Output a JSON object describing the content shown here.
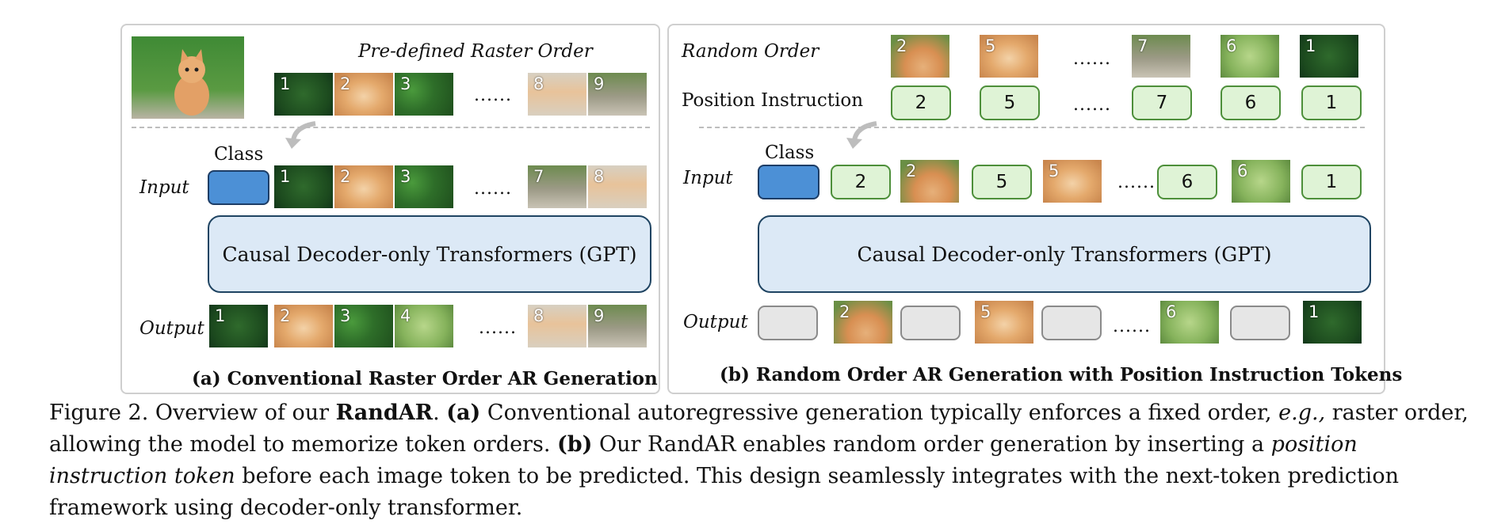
{
  "panel_a": {
    "raster_order_label": "Pre-defined Raster Order",
    "class_label": "Class",
    "input_label": "Input",
    "output_label": "Output",
    "transformer_label": "Causal Decoder-only Transformers (GPT)",
    "title": "(a) Conventional Raster Order AR Generation",
    "ellipsis": "......",
    "top_tiles": [
      "1",
      "2",
      "3",
      "8",
      "9"
    ],
    "input_tiles": [
      "1",
      "2",
      "3",
      "7",
      "8"
    ],
    "output_tiles": [
      "1",
      "2",
      "3",
      "4",
      "8",
      "9"
    ]
  },
  "panel_b": {
    "random_order_label": "Random Order",
    "position_instruction_label": "Position Instruction",
    "class_label": "Class",
    "input_label": "Input",
    "output_label": "Output",
    "transformer_label": "Causal Decoder-only Transformers (GPT)",
    "title": "(b) Random Order AR Generation with Position Instruction Tokens",
    "ellipsis": "......",
    "random_tiles": [
      "2",
      "5",
      "7",
      "6",
      "1"
    ],
    "position_tokens": [
      "2",
      "5",
      "7",
      "6",
      "1"
    ],
    "input_pos_tokens": [
      "2",
      "5",
      "6",
      "1"
    ],
    "input_img_tiles": [
      "2",
      "5",
      "6"
    ],
    "output_tiles": [
      "2",
      "5",
      "6",
      "1"
    ]
  },
  "caption": {
    "fig": "Figure 2. Overview of our ",
    "name": "RandAR",
    "a_tag": "(a)",
    "a_text": " Conventional autoregressive generation typically enforces a fixed order, ",
    "eg": "e.g.,",
    "a_text2": " raster order, allowing the model to memorize token orders. ",
    "b_tag": "(b)",
    "b_text": " Our RandAR enables random order generation by inserting a ",
    "pit": "position instruction token",
    "b_text2": " before each image token to be predicted. This design seamlessly integrates with the next-token prediction framework using decoder-only transformer."
  }
}
